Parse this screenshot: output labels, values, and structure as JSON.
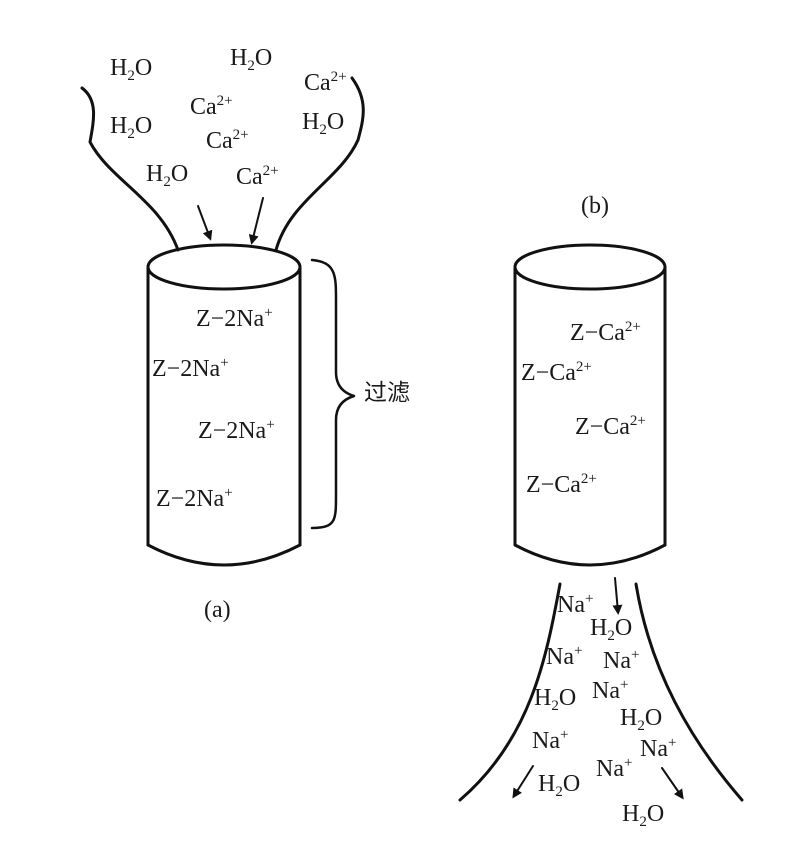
{
  "panel_a": {
    "caption": "(a)",
    "inflow": [
      {
        "base": "H",
        "sub": "2",
        "rest": "O",
        "sup": ""
      },
      {
        "base": "H",
        "sub": "2",
        "rest": "O",
        "sup": ""
      },
      {
        "base": "Ca",
        "sub": "",
        "rest": "",
        "sup": "2+"
      },
      {
        "base": "H",
        "sub": "2",
        "rest": "O",
        "sup": ""
      },
      {
        "base": "Ca",
        "sub": "",
        "rest": "",
        "sup": "2+"
      },
      {
        "base": "H",
        "sub": "2",
        "rest": "O",
        "sup": ""
      },
      {
        "base": "Ca",
        "sub": "",
        "rest": "",
        "sup": "2+"
      },
      {
        "base": "H",
        "sub": "2",
        "rest": "O",
        "sup": ""
      },
      {
        "base": "Ca",
        "sub": "",
        "rest": "",
        "sup": "2+"
      }
    ],
    "column": [
      {
        "base": "Z−2Na",
        "sup": "+"
      },
      {
        "base": "Z−2Na",
        "sup": "+"
      },
      {
        "base": "Z−2Na",
        "sup": "+"
      },
      {
        "base": "Z−2Na",
        "sup": "+"
      }
    ],
    "brace_label": "过滤"
  },
  "panel_b": {
    "caption": "(b)",
    "column": [
      {
        "base": "Z−Ca",
        "sup": "2+"
      },
      {
        "base": "Z−Ca",
        "sup": "2+"
      },
      {
        "base": "Z−Ca",
        "sup": "2+"
      },
      {
        "base": "Z−Ca",
        "sup": "2+"
      }
    ],
    "outflow": [
      {
        "base": "Na",
        "sub": "",
        "rest": "",
        "sup": "+"
      },
      {
        "base": "H",
        "sub": "2",
        "rest": "O",
        "sup": ""
      },
      {
        "base": "Na",
        "sub": "",
        "rest": "",
        "sup": "+"
      },
      {
        "base": "Na",
        "sub": "",
        "rest": "",
        "sup": "+"
      },
      {
        "base": "Na",
        "sub": "",
        "rest": "",
        "sup": "+"
      },
      {
        "base": "H",
        "sub": "2",
        "rest": "O",
        "sup": ""
      },
      {
        "base": "H",
        "sub": "2",
        "rest": "O",
        "sup": ""
      },
      {
        "base": "Na",
        "sub": "",
        "rest": "",
        "sup": "+"
      },
      {
        "base": "Na",
        "sub": "",
        "rest": "",
        "sup": "+"
      },
      {
        "base": "Na",
        "sub": "",
        "rest": "",
        "sup": "+"
      },
      {
        "base": "H",
        "sub": "2",
        "rest": "O",
        "sup": ""
      },
      {
        "base": "H",
        "sub": "2",
        "rest": "O",
        "sup": ""
      }
    ]
  }
}
